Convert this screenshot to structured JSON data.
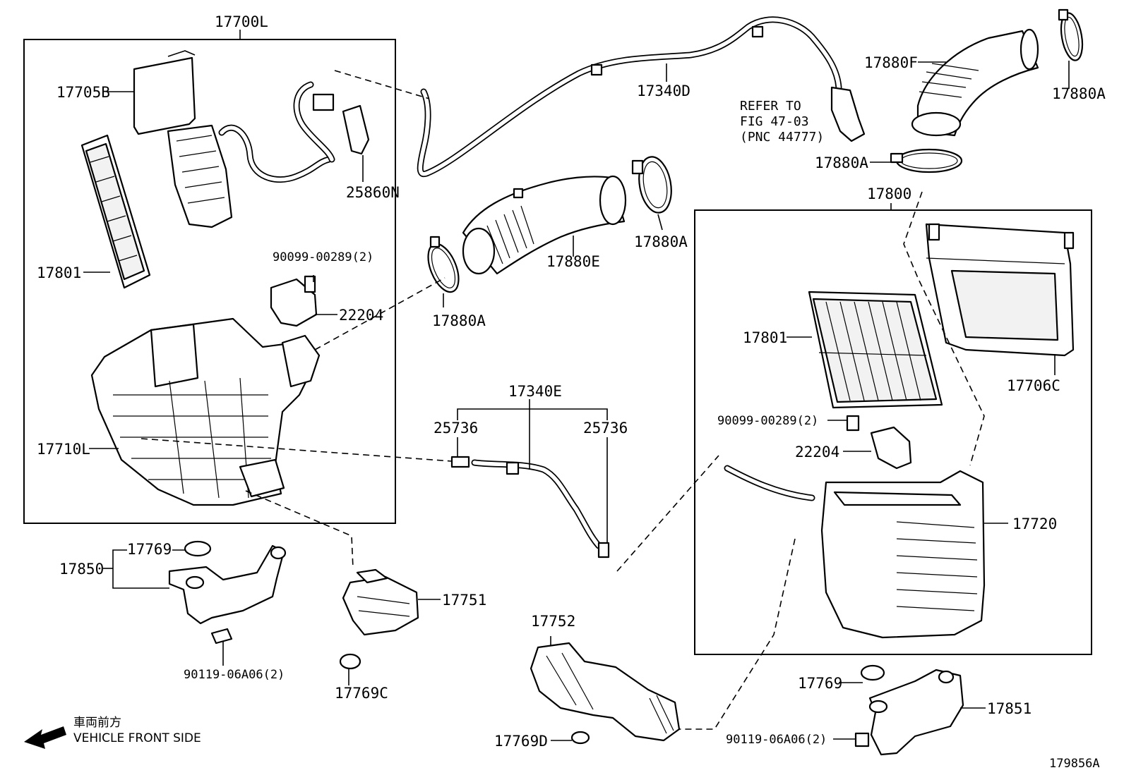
{
  "diagram": {
    "figure_number": "179856A",
    "direction_label_jp": "車両前方",
    "direction_label_en": "VEHICLE FRONT SIDE",
    "reference_note": [
      "REFER TO",
      "FIG 47-03",
      "(PNC 44777)"
    ],
    "groups": [
      {
        "label": "17700L"
      },
      {
        "label": "17800"
      },
      {
        "label": "17340E"
      },
      {
        "label": "17850"
      }
    ],
    "callouts": [
      {
        "label": "17700L"
      },
      {
        "label": "17705B"
      },
      {
        "label": "17801"
      },
      {
        "label": "25860N"
      },
      {
        "label": "90099-00289(2)"
      },
      {
        "label": "22204"
      },
      {
        "label": "17710L"
      },
      {
        "label": "17340D"
      },
      {
        "label": "17880F"
      },
      {
        "label": "17880A"
      },
      {
        "label": "17880A"
      },
      {
        "label": "17880A"
      },
      {
        "label": "17880A"
      },
      {
        "label": "17880E"
      },
      {
        "label": "17800"
      },
      {
        "label": "17801"
      },
      {
        "label": "17706C"
      },
      {
        "label": "90099-00289(2)"
      },
      {
        "label": "22204"
      },
      {
        "label": "17720"
      },
      {
        "label": "17340E"
      },
      {
        "label": "25736"
      },
      {
        "label": "25736"
      },
      {
        "label": "17769"
      },
      {
        "label": "17850"
      },
      {
        "label": "90119-06A06(2)"
      },
      {
        "label": "17751"
      },
      {
        "label": "17769C"
      },
      {
        "label": "17752"
      },
      {
        "label": "17769D"
      },
      {
        "label": "17769"
      },
      {
        "label": "17851"
      },
      {
        "label": "90119-06A06(2)"
      }
    ]
  }
}
